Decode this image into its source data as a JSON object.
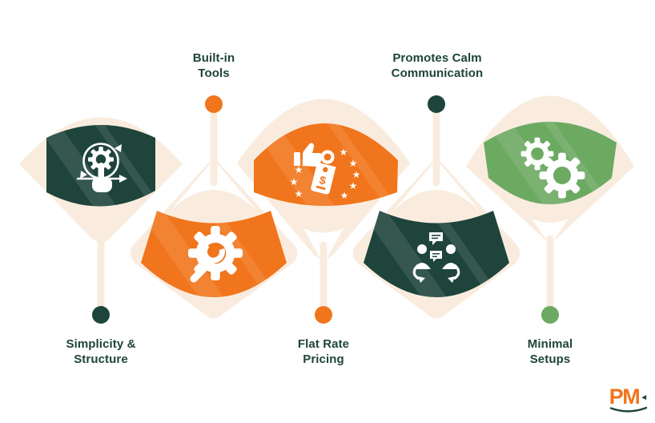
{
  "background_color": "#ffffff",
  "colors": {
    "cream": "#f9ecdf",
    "orange": "#f1751c",
    "dark_teal": "#1e443b",
    "green": "#6caa62",
    "label_text": "#1e443b",
    "icon_white": "#ffffff"
  },
  "features": [
    {
      "id": "simplicity-structure",
      "label_position": "bottom-left",
      "line1": "Simplicity &",
      "line2": "Structure",
      "fan_color": "#1e443b",
      "dot_color": "#1e443b",
      "icon": "automation-gear-click-icon"
    },
    {
      "id": "built-in-tools",
      "label_position": "top-left",
      "line1": "Built-in",
      "line2": "Tools",
      "fan_color": "#f1751c",
      "dot_color": "#f1751c",
      "icon": "gear-wrench-icon"
    },
    {
      "id": "flat-rate-pricing",
      "label_position": "bottom-center",
      "line1": "Flat Rate",
      "line2": "Pricing",
      "fan_color": "#f1751c",
      "dot_color": "#f1751c",
      "icon": "thumbs-up-price-tag-icon"
    },
    {
      "id": "promotes-calm-communication",
      "label_position": "top-right",
      "line1": "Promotes Calm",
      "line2": "Communication",
      "fan_color": "#1e443b",
      "dot_color": "#1e443b",
      "icon": "conversation-icon"
    },
    {
      "id": "minimal-setups",
      "label_position": "bottom-right",
      "line1": "Minimal",
      "line2": "Setups",
      "fan_color": "#6caa62",
      "dot_color": "#6caa62",
      "icon": "double-gear-icon"
    }
  ],
  "icon_glyphs": {
    "star": "★",
    "dollar": "$"
  },
  "logo": {
    "text": "PM",
    "mark": "◄"
  }
}
